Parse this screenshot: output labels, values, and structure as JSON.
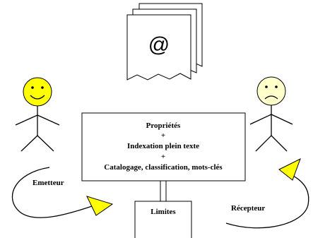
{
  "document_symbol": "@",
  "central_box": {
    "line1": "Propriétés",
    "plus1": "+",
    "line2": "Indexation plein texte",
    "plus2": "+",
    "line3": "Catalogage, classification, mots-clés"
  },
  "limits_label": "Limites",
  "sender": {
    "label": "Emetteur",
    "face": "smiling",
    "face_color": "#ffff00"
  },
  "receiver": {
    "label": "Récepteur",
    "face": "frowning",
    "face_color": "#ffffcc"
  },
  "arrow_color": "#ffff00"
}
